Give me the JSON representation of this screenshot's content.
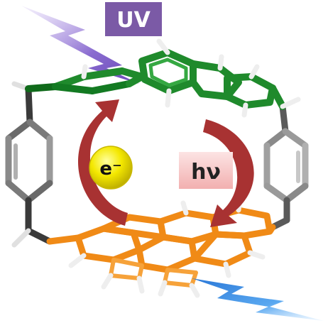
{
  "labels": {
    "uv": "UV",
    "electron": "e⁻",
    "photon": "hν"
  },
  "colors": {
    "uv_badge": "#7b5aa6",
    "uv_bolt": "#8a6cd0",
    "bottom_bolt": "#3f8fe0",
    "donor": "#1f8a2c",
    "acceptor": "#f08a16",
    "linker": "#8c8c8c",
    "arrows": "#a83232",
    "electron_ball": "#f4e800",
    "hv_box": "#f7c8c8"
  },
  "icons": [
    "uv-lightning-icon",
    "blue-lightning-icon",
    "cycle-arrow-left-icon",
    "cycle-arrow-right-icon"
  ]
}
